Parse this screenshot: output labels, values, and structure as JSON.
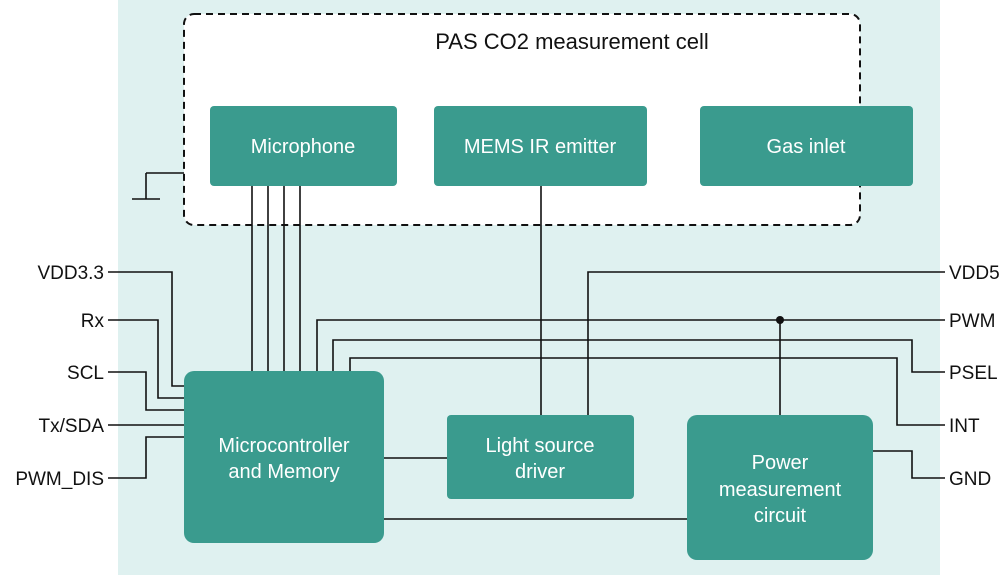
{
  "cell": {
    "title": "PAS CO2 measurement cell"
  },
  "blocks": {
    "microphone": "Microphone",
    "mems_ir_emitter": "MEMS IR emitter",
    "gas_inlet": "Gas inlet",
    "microcontroller": [
      "Microcontroller",
      "and Memory"
    ],
    "light_source_driver": [
      "Light source",
      "driver"
    ],
    "power_measurement": [
      "Power",
      "measurement",
      "circuit"
    ]
  },
  "pins_left": {
    "vdd33": "VDD3.3",
    "rx": "Rx",
    "scl": "SCL",
    "txsda": "Tx/SDA",
    "pwm_dis": "PWM_DIS"
  },
  "pins_right": {
    "vdd5": "VDD5",
    "pwm": "PWM",
    "psel": "PSEL",
    "int": "INT",
    "gnd": "GND"
  },
  "colors": {
    "background_panel": "#dff1f0",
    "block_fill": "#3a9b8e",
    "block_text": "#ffffff",
    "wire": "#111111"
  }
}
